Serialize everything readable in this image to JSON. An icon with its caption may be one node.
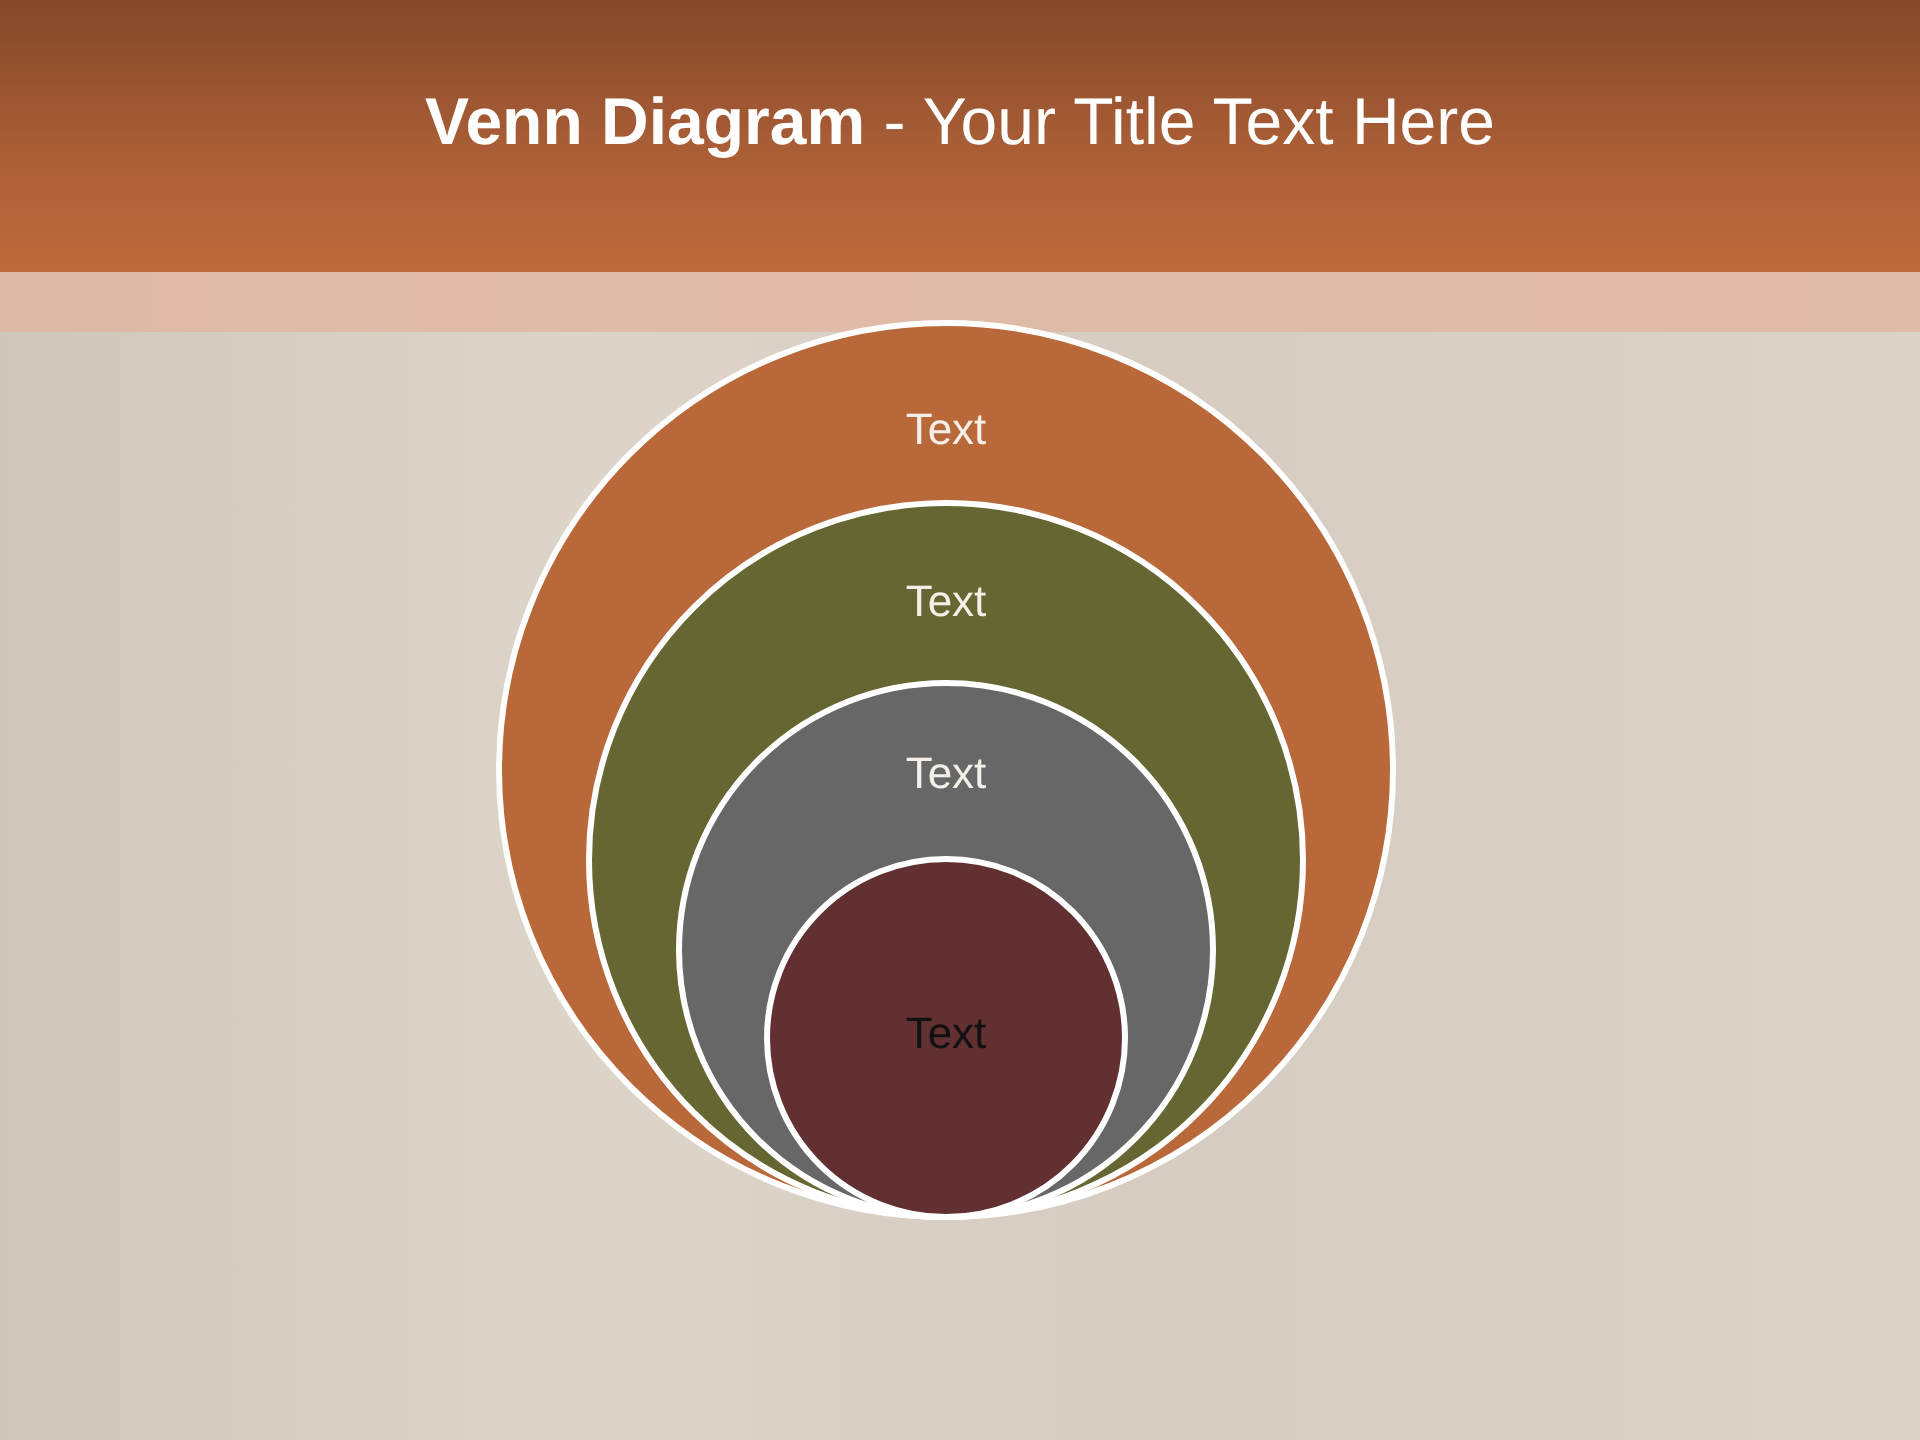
{
  "diagram": {
    "title": "**Venn Diagram** - Your Title Text Here",
    "nodes": [
      {
        "text": [
          "Text"
        ]
      },
      {
        "text": [
          "Text"
        ],
        "in": 0
      },
      {
        "text": [
          "Text"
        ],
        "in": 1
      },
      {
        "text": [
          "Text"
        ],
        "in": 2
      }
    ]
  }
}
